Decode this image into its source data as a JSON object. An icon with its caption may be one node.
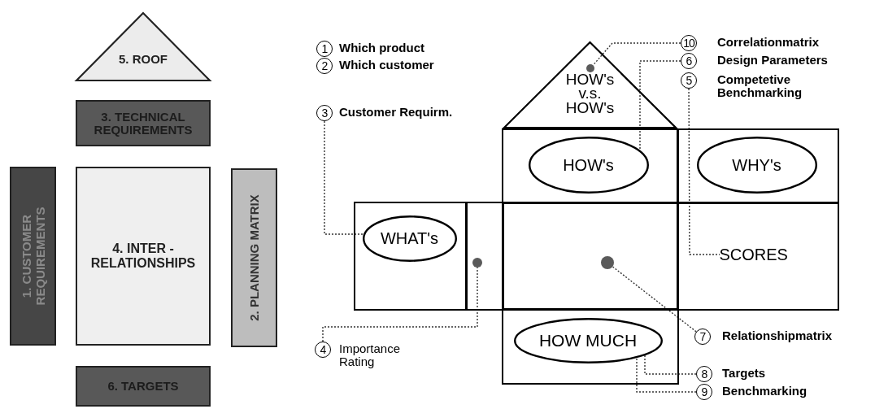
{
  "diagram": {
    "nodes": [
      {
        "text": [
          "5. ROOF"
        ]
      },
      {
        "text": [
          "3. TECHNICAL REQUIREMENTS"
        ]
      },
      {
        "text": [
          "1. CUSTOMER REQUIREMENTS"
        ]
      },
      {
        "text": [
          "4. INTER - RELATIONSHIPS"
        ]
      },
      {
        "text": [
          "2. PLANNING MATRIX"
        ]
      },
      {
        "text": [
          "6. TARGETS"
        ]
      },
      {
        "text": [
          "1"
        ],
        "beside": [
          "Which product"
        ]
      },
      {
        "text": [
          "2"
        ],
        "beside": [
          "Which customer"
        ]
      },
      {
        "text": [
          "10"
        ],
        "beside": [
          "Correlationmatrix"
        ]
      },
      {
        "text": [
          "6"
        ],
        "beside": [
          "Design Parameters"
        ]
      },
      {
        "text": [
          "5"
        ],
        "beside": [
          "Competetive Benchmarking"
        ]
      },
      {
        "text": [
          "3"
        ],
        "beside": [
          "Customer Requirm."
        ]
      },
      {
        "text": [
          "HOW's v.s. HOW's"
        ]
      },
      {
        "text": [],
        "shape": "circle",
        "in": 12
      },
      {
        "text": [],
        "shape": "box"
      },
      {
        "text": [
          "HOW's"
        ],
        "in": 14
      },
      {
        "text": [],
        "shape": "box"
      },
      {
        "text": [
          "WHY's"
        ],
        "in": 16
      },
      {
        "text": [],
        "shape": "box"
      },
      {
        "text": [
          "WHAT's"
        ],
        "in": 18
      },
      {
        "text": [],
        "shape": "box"
      },
      {
        "text": [],
        "shape": "circle",
        "in": 20
      },
      {
        "text": [],
        "shape": "box"
      },
      {
        "text": [],
        "shape": "circle",
        "in": 22
      },
      {
        "text": [],
        "shape": "box"
      },
      {
        "text": [
          "SCORES"
        ],
        "in": 24
      },
      {
        "text": [
          "4"
        ],
        "beside": [
          "Importance Rating"
        ]
      },
      {
        "text": [],
        "shape": "box"
      },
      {
        "text": [
          "HOW MUCH"
        ],
        "in": 27
      },
      {
        "text": [
          "7"
        ],
        "beside": [
          "Relationshipmatrix"
        ]
      },
      {
        "text": [
          "8"
        ],
        "beside": [
          "Targets"
        ]
      },
      {
        "text": [
          "9"
        ],
        "beside": [
          "Benchmarking"
        ]
      }
    ],
    "edges": [
      {
        "from": 8,
        "to": 13,
        "arrow": "none",
        "style": "dashed"
      },
      {
        "from": 9,
        "to": 15,
        "arrow": "none",
        "style": "dashed"
      },
      {
        "from": 10,
        "to": 25,
        "arrow": "none",
        "style": "dashed"
      },
      {
        "from": 11,
        "to": 19,
        "arrow": "none",
        "style": "dashed"
      },
      {
        "from": 26,
        "to": 21,
        "arrow": "none",
        "style": "dashed"
      },
      {
        "from": 29,
        "to": 23,
        "arrow": "none",
        "style": "dashed"
      },
      {
        "from": 30,
        "to": 28,
        "arrow": "none",
        "style": "dashed"
      },
      {
        "from": 31,
        "to": 28,
        "arrow": "none",
        "style": "dashed"
      }
    ]
  }
}
